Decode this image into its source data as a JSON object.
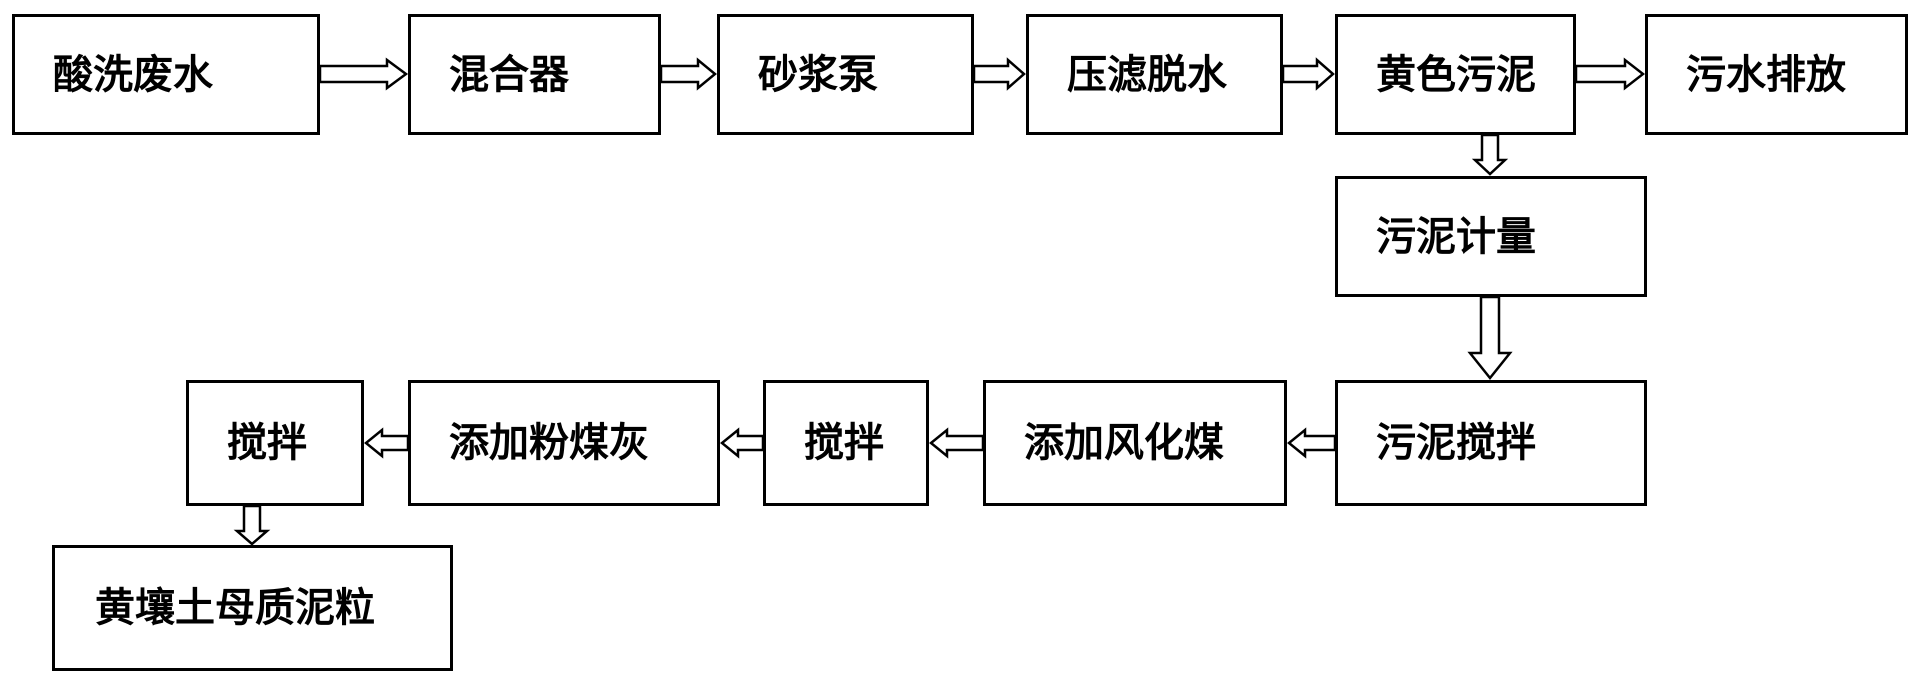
{
  "diagram": {
    "steps": {
      "acid_wastewater": "酸洗废水",
      "mixer": "混合器",
      "mortar_pump": "砂浆泵",
      "filter_press": "压滤脱水",
      "yellow_sludge": "黄色污泥",
      "sewage_discharge": "污水排放",
      "sludge_metering": "污泥计量",
      "sludge_stirring": "污泥搅拌",
      "add_weathered_coal": "添加风化煤",
      "stir_1": "搅拌",
      "add_fly_ash": "添加粉煤灰",
      "stir_2": "搅拌",
      "product": "黄壤土母质泥粒"
    },
    "flow": [
      [
        "acid_wastewater",
        "mixer"
      ],
      [
        "mixer",
        "mortar_pump"
      ],
      [
        "mortar_pump",
        "filter_press"
      ],
      [
        "filter_press",
        "yellow_sludge"
      ],
      [
        "yellow_sludge",
        "sewage_discharge"
      ],
      [
        "yellow_sludge",
        "sludge_metering"
      ],
      [
        "sludge_metering",
        "sludge_stirring"
      ],
      [
        "sludge_stirring",
        "add_weathered_coal"
      ],
      [
        "add_weathered_coal",
        "stir_1"
      ],
      [
        "stir_1",
        "add_fly_ash"
      ],
      [
        "add_fly_ash",
        "stir_2"
      ],
      [
        "stir_2",
        "product"
      ]
    ],
    "colors": {
      "stroke": "#000000",
      "fill": "#ffffff"
    }
  }
}
